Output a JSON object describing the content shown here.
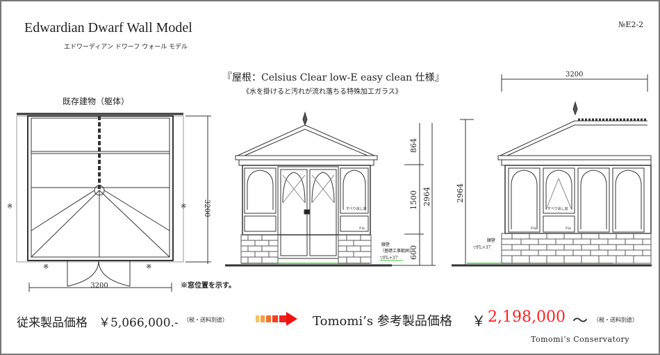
{
  "header": {
    "title": "Edwardian Dwarf Wall Model",
    "title_kana": "エドワーディアン ドワーフ ウォール モデル",
    "doc_no": "№E2-2"
  },
  "spec": {
    "roof": "『屋根：Celsius Clear low-E easy clean 仕様』",
    "glass": "《水を掛けると汚れが流れ落ちる特殊加工ガラス》"
  },
  "plan": {
    "label": "既存建物（躯体）",
    "width_dim": "3200",
    "depth_dim": "3200",
    "marker": "※",
    "note": "※窓位置を示す。"
  },
  "front": {
    "dims": [
      "864",
      "1500",
      "600",
      "2964"
    ],
    "wall_label": "腰壁",
    "wall_sub": "（基礎工事範囲）",
    "fl": "▽FL+37",
    "fix": "Fix",
    "window": "すべり出し窓"
  },
  "side": {
    "width_dim": "3200",
    "height_dim": "2964",
    "wall_label": "腰壁",
    "fl": "▽FL+37",
    "fix": "Fix",
    "window": "すべり出し窓"
  },
  "pricing": {
    "old_label": "従来製品価格",
    "old_price": "￥5,066,000.-",
    "tax_note": "（税・送料別途）",
    "new_label": "Tomomi’s 参考製品価格",
    "yen": "￥",
    "new_price": "2,198,000",
    "tilde": "〜",
    "tax_note2": "（税・送料別途）",
    "accent": "#ff2020"
  },
  "footer": {
    "brand": "Tomomi’s Conservatory"
  }
}
